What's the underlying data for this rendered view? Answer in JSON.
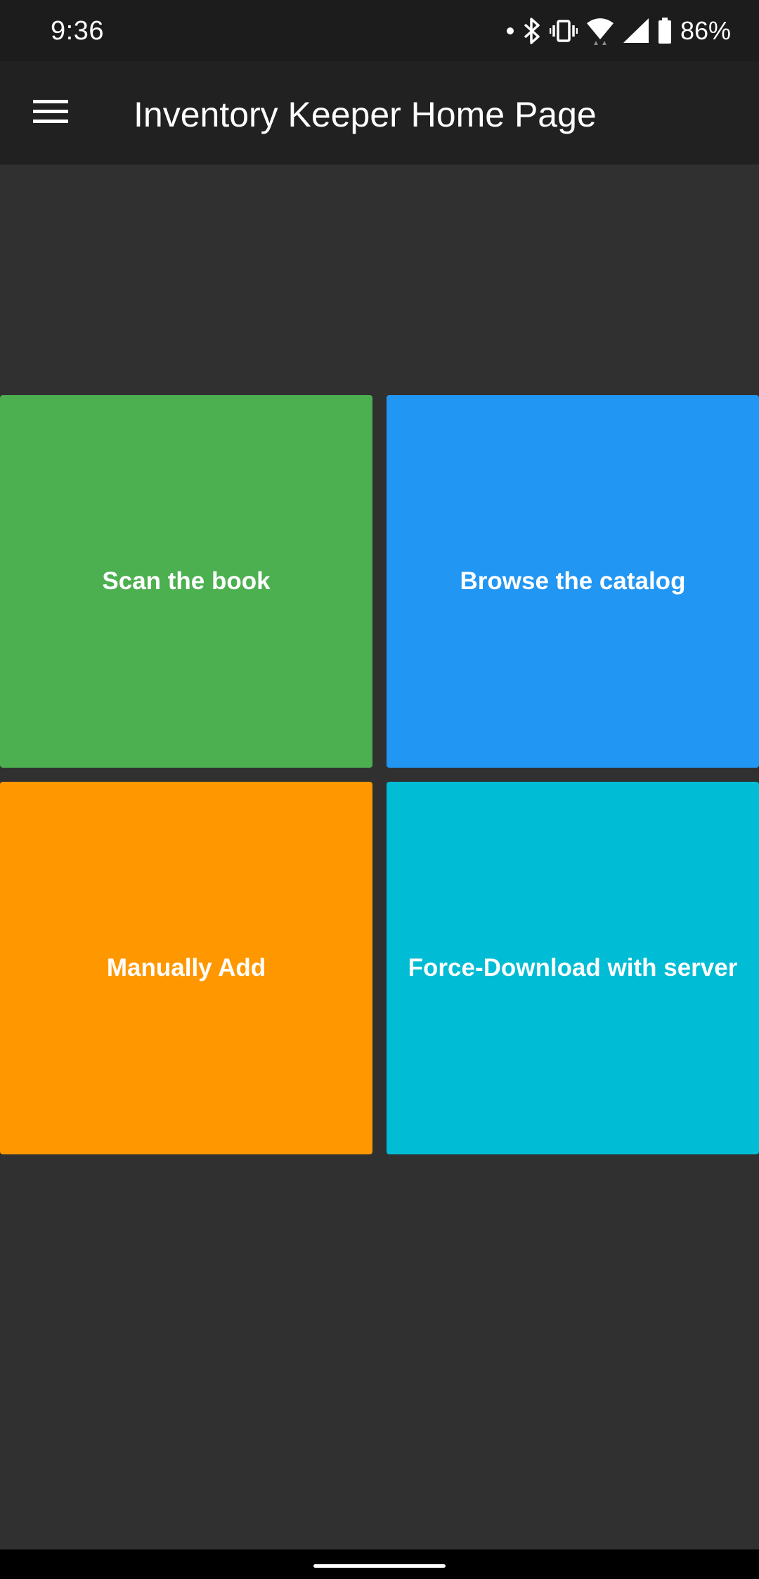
{
  "status_bar": {
    "time": "9:36",
    "battery_percent": "86%",
    "icons": [
      "notification-dot-icon",
      "bluetooth-icon",
      "vibrate-icon",
      "wifi-icon",
      "cellular-signal-icon",
      "battery-icon"
    ]
  },
  "app_bar": {
    "title": "Inventory Keeper Home Page",
    "menu_icon": "hamburger-menu-icon"
  },
  "tiles": [
    {
      "label": "Scan the book",
      "color": "#4caf50"
    },
    {
      "label": "Browse the catalog",
      "color": "#2196f3"
    },
    {
      "label": "Manually Add",
      "color": "#ff9800"
    },
    {
      "label": "Force-Download with server",
      "color": "#00bcd4"
    }
  ],
  "colors": {
    "background": "#303030",
    "app_bar": "#212121",
    "status_bar": "#1c1c1c"
  }
}
